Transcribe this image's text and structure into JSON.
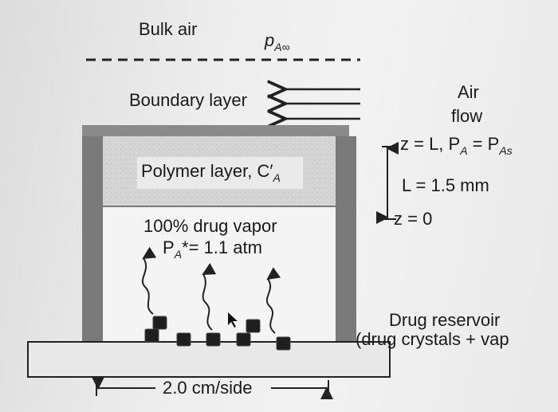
{
  "labels": {
    "bulk_air": "Bulk air",
    "p_bulk": "p",
    "p_bulk_sub": "A∞",
    "boundary_layer": "Boundary layer",
    "air": "Air",
    "flow": "flow",
    "top_eq": "z = L, P",
    "top_eq_sub1": "A",
    "top_eq_mid": " = P",
    "top_eq_sub2": "As",
    "thickness": "L = 1.5 mm",
    "bottom_eq": "z = 0",
    "polymer": "Polymer layer, C′",
    "polymer_sub": "A",
    "vapor_line1": "100% drug vapor",
    "vapor_p": "P",
    "vapor_p_sub": "A",
    "vapor_p_rest": "*= 1.1 atm",
    "reservoir_line1": "Drug reservoir",
    "reservoir_line2": "(drug crystals + vap",
    "width": "2.0 cm/side"
  },
  "colors": {
    "wall": "#7a7a7a",
    "polymer": "#d6d6d6",
    "base": "#e8e8e8",
    "crystal": "#1e1e1e",
    "line": "#222222"
  }
}
